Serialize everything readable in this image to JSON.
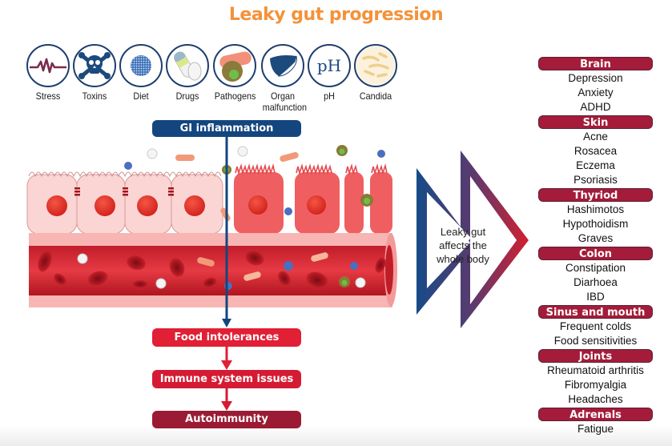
{
  "title": "Leaky gut progression",
  "causes": [
    {
      "label": "Stress",
      "icon": "stress-wave-icon"
    },
    {
      "label": "Toxins",
      "icon": "skull-crossbones-icon"
    },
    {
      "label": "Diet",
      "icon": "food-particle-icon"
    },
    {
      "label": "Drugs",
      "icon": "pill-capsule-icon"
    },
    {
      "label": "Pathogens",
      "icon": "bacteria-icon"
    },
    {
      "label": "Organ\nmalfunction",
      "label_line1": "Organ",
      "label_line2": "malfunction",
      "icon": "liver-icon"
    },
    {
      "label": "pH",
      "icon": "ph-icon"
    },
    {
      "label": "Candida",
      "icon": "candida-icon"
    }
  ],
  "flow": {
    "start": "GI inflammation",
    "steps": [
      "Food intolerances",
      "Immune system issues",
      "Autoimmunity"
    ]
  },
  "center_arrow_text": [
    "Leaky gut",
    "affects the",
    "whole body"
  ],
  "effects": [
    {
      "category": "Brain",
      "items": [
        "Depression",
        "Anxiety",
        "ADHD"
      ]
    },
    {
      "category": "Skin",
      "items": [
        "Acne",
        "Rosacea",
        "Eczema",
        "Psoriasis"
      ]
    },
    {
      "category": "Thyriod",
      "items": [
        "Hashimotos",
        "Hypothoidism",
        "Graves"
      ]
    },
    {
      "category": "Colon",
      "items": [
        "Constipation",
        "Diarhoea",
        "IBD"
      ]
    },
    {
      "category": "Sinus and mouth",
      "items": [
        "Frequent colds",
        "Food sensitivities"
      ]
    },
    {
      "category": "Joints",
      "items": [
        "Rheumatoid arthritis",
        "Fibromyalgia",
        "Headaches"
      ]
    },
    {
      "category": "Adrenals",
      "items": [
        "Fatigue"
      ]
    }
  ],
  "colors": {
    "title": "#f4923a",
    "navy": "#13467f",
    "red": "#e11f35",
    "maroon": "#9a1b33",
    "effect_header": "#a41c3a"
  }
}
